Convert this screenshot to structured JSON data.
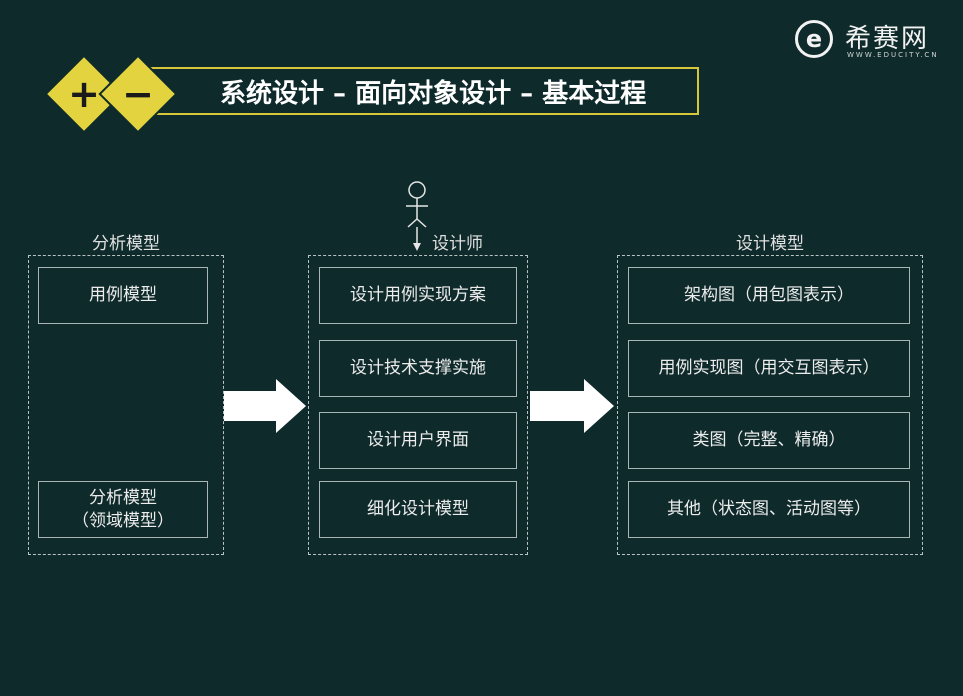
{
  "logo": {
    "glyph": "e",
    "name": "希赛网",
    "url": "WWW.EDUCITY.CN"
  },
  "title": {
    "plus": "+",
    "minus": "−",
    "text": "系统设计 – 面向对象设计 – 基本过程"
  },
  "analysis": {
    "label": "分析模型",
    "items": [
      "用例模型"
    ],
    "domain_line1": "分析模型",
    "domain_line2": "（领域模型）"
  },
  "designer": {
    "actor_label": "设计师",
    "items": [
      "设计用例实现方案",
      "设计技术支撑实施",
      "设计用户界面",
      "细化设计模型"
    ]
  },
  "design_model": {
    "label": "设计模型",
    "items": [
      "架构图（用包图表示）",
      "用例实现图（用交互图表示）",
      "类图（完整、精确）",
      "其他（状态图、活动图等）"
    ]
  },
  "colors": {
    "background": "#0f2a2b",
    "accent": "#e3d43f",
    "border": "#b9c3c3"
  }
}
